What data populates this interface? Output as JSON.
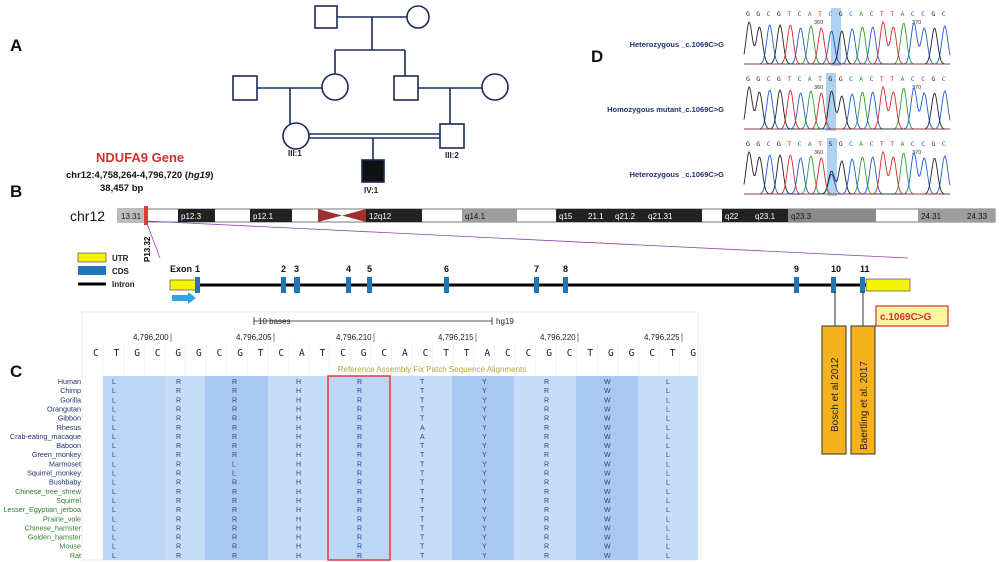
{
  "panels": {
    "a": "A",
    "b": "B",
    "c": "C",
    "d": "D"
  },
  "gene": {
    "name": "NDUFA9 Gene",
    "coords": "chr12:4,758,264-4,796,720",
    "build": "hg19",
    "length": "38,457 bp"
  },
  "pedigree": {
    "labels": [
      "III:1",
      "III:2",
      "IV:1"
    ]
  },
  "chromosome": {
    "name": "chr12",
    "band_locus": "P13.32",
    "bands": [
      {
        "label": "13.31",
        "color": "#bdbdbd",
        "text": "#222"
      },
      {
        "label": "p12.3",
        "color": "#222222",
        "text": "#ffffff"
      },
      {
        "label": "p12.1",
        "color": "#222222",
        "text": "#ffffff"
      },
      {
        "label": "12q12",
        "color": "#222222",
        "text": "#ffffff"
      },
      {
        "label": "q14.1",
        "color": "#9e9e9e",
        "text": "#111"
      },
      {
        "label": "q15",
        "color": "#222222",
        "text": "#ffffff"
      },
      {
        "label": "21.1",
        "color": "#222222",
        "text": "#ffffff"
      },
      {
        "label": "q21.2",
        "color": "#222222",
        "text": "#ffffff"
      },
      {
        "label": "q21.31",
        "color": "#222222",
        "text": "#ffffff"
      },
      {
        "label": "q22",
        "color": "#222222",
        "text": "#ffffff"
      },
      {
        "label": "q23.1",
        "color": "#222222",
        "text": "#ffffff"
      },
      {
        "label": "q23.3",
        "color": "#8a8a8a",
        "text": "#111"
      },
      {
        "label": "24.31",
        "color": "#9e9e9e",
        "text": "#111"
      },
      {
        "label": "24.33",
        "color": "#9e9e9e",
        "text": "#111"
      }
    ]
  },
  "legend": [
    {
      "label": "UTR",
      "color": "#f5f500"
    },
    {
      "label": "CDS",
      "color": "#1f78b4"
    },
    {
      "label": "Intron",
      "color": "#000000"
    }
  ],
  "gene_model": {
    "exon_prefix": "Exon",
    "exons": [
      "1",
      "2",
      "3",
      "4",
      "5",
      "6",
      "7",
      "8",
      "9",
      "10",
      "11"
    ],
    "variant": "c.1069C>G",
    "references": [
      "Bosch et al 2012",
      "Baertling et al. 2017"
    ]
  },
  "alignment": {
    "scale_label": "10 bases",
    "build": "hg19",
    "positions": [
      "4,796,200",
      "4,796,205",
      "4,796,210",
      "4,796,215",
      "4,796,220",
      "4,796,225"
    ],
    "bases": [
      "C",
      "T",
      "G",
      "C",
      "G",
      "G",
      "C",
      "G",
      "T",
      "C",
      "A",
      "T",
      "C",
      "G",
      "C",
      "A",
      "C",
      "T",
      "T",
      "A",
      "C",
      "C",
      "G",
      "C",
      "T",
      "G",
      "G",
      "C",
      "T",
      "G"
    ],
    "track_title": "Reference Assembly Fix Patch Sequence Alignments",
    "species": [
      {
        "name": "Human",
        "aa": [
          "L",
          "R",
          "R",
          "H",
          "R",
          "T",
          "Y",
          "R",
          "W",
          "L"
        ],
        "group": "primate"
      },
      {
        "name": "Chimp",
        "aa": [
          "L",
          "R",
          "R",
          "H",
          "R",
          "T",
          "Y",
          "R",
          "W",
          "L"
        ],
        "group": "primate"
      },
      {
        "name": "Gorilla",
        "aa": [
          "L",
          "R",
          "R",
          "H",
          "R",
          "T",
          "Y",
          "R",
          "W",
          "L"
        ],
        "group": "primate"
      },
      {
        "name": "Orangutan",
        "aa": [
          "L",
          "R",
          "R",
          "H",
          "R",
          "T",
          "Y",
          "R",
          "W",
          "L"
        ],
        "group": "primate"
      },
      {
        "name": "Gibbon",
        "aa": [
          "L",
          "R",
          "R",
          "H",
          "R",
          "T",
          "Y",
          "R",
          "W",
          "L"
        ],
        "group": "primate"
      },
      {
        "name": "Rhesus",
        "aa": [
          "L",
          "R",
          "R",
          "H",
          "R",
          "A",
          "Y",
          "R",
          "W",
          "L"
        ],
        "group": "primate"
      },
      {
        "name": "Crab-eating_macaque",
        "aa": [
          "L",
          "R",
          "R",
          "H",
          "R",
          "A",
          "Y",
          "R",
          "W",
          "L"
        ],
        "group": "primate"
      },
      {
        "name": "Baboon",
        "aa": [
          "L",
          "R",
          "R",
          "H",
          "R",
          "T",
          "Y",
          "R",
          "W",
          "L"
        ],
        "group": "primate"
      },
      {
        "name": "Green_monkey",
        "aa": [
          "L",
          "R",
          "R",
          "H",
          "R",
          "T",
          "Y",
          "R",
          "W",
          "L"
        ],
        "group": "primate"
      },
      {
        "name": "Marmoset",
        "aa": [
          "L",
          "R",
          "L",
          "H",
          "R",
          "T",
          "Y",
          "R",
          "W",
          "L"
        ],
        "group": "primate"
      },
      {
        "name": "Squirrel_monkey",
        "aa": [
          "L",
          "R",
          "L",
          "H",
          "R",
          "T",
          "Y",
          "R",
          "W",
          "L"
        ],
        "group": "primate"
      },
      {
        "name": "Bushbaby",
        "aa": [
          "L",
          "R",
          "R",
          "H",
          "R",
          "T",
          "Y",
          "R",
          "W",
          "L"
        ],
        "group": "primate"
      },
      {
        "name": "Chinese_tree_shrew",
        "aa": [
          "L",
          "R",
          "R",
          "H",
          "R",
          "T",
          "Y",
          "R",
          "W",
          "L"
        ],
        "group": "other"
      },
      {
        "name": "Squirrel",
        "aa": [
          "L",
          "R",
          "R",
          "H",
          "R",
          "T",
          "Y",
          "R",
          "W",
          "L"
        ],
        "group": "other"
      },
      {
        "name": "Lesser_Egyptian_jerboa",
        "aa": [
          "L",
          "R",
          "R",
          "H",
          "R",
          "T",
          "Y",
          "R",
          "W",
          "L"
        ],
        "group": "other"
      },
      {
        "name": "Prairie_vole",
        "aa": [
          "L",
          "R",
          "R",
          "H",
          "R",
          "T",
          "Y",
          "R",
          "W",
          "L"
        ],
        "group": "other"
      },
      {
        "name": "Chinese_hamster",
        "aa": [
          "L",
          "R",
          "R",
          "H",
          "R",
          "T",
          "Y",
          "R",
          "W",
          "L"
        ],
        "group": "other"
      },
      {
        "name": "Golden_hamster",
        "aa": [
          "L",
          "R",
          "R",
          "H",
          "R",
          "T",
          "Y",
          "R",
          "W",
          "L"
        ],
        "group": "other"
      },
      {
        "name": "Mouse",
        "aa": [
          "L",
          "R",
          "R",
          "H",
          "R",
          "T",
          "Y",
          "R",
          "W",
          "L"
        ],
        "group": "other"
      },
      {
        "name": "Rat",
        "aa": [
          "L",
          "R",
          "R",
          "H",
          "R",
          "T",
          "Y",
          "R",
          "W",
          "L"
        ],
        "group": "other"
      }
    ],
    "primate_color": "#1f2f6e",
    "other_color": "#2e7d32",
    "highlight_color": "#e53935"
  },
  "sequencing": {
    "rows": [
      {
        "label": "Heterozygous _c.1069C>G",
        "ticks": [
          "360",
          "370"
        ],
        "bases": "G G C G T C A T C G C A C T T A C C G C"
      },
      {
        "label": "Homozygous mutant_c.1069C>G",
        "ticks": [
          "360",
          "370"
        ],
        "bases": "G G C G T C A T G G C A C T T A C C G C"
      },
      {
        "label": "Heterozygous _c.1069C>G",
        "ticks": [
          "360",
          "370"
        ],
        "bases": "G G C G T C A T S G C A C T T A C C G C"
      }
    ],
    "colors": {
      "A": "#2e9d3a",
      "C": "#1e5bd6",
      "G": "#222222",
      "T": "#d62828"
    },
    "highlight": "#9cc6ec"
  }
}
